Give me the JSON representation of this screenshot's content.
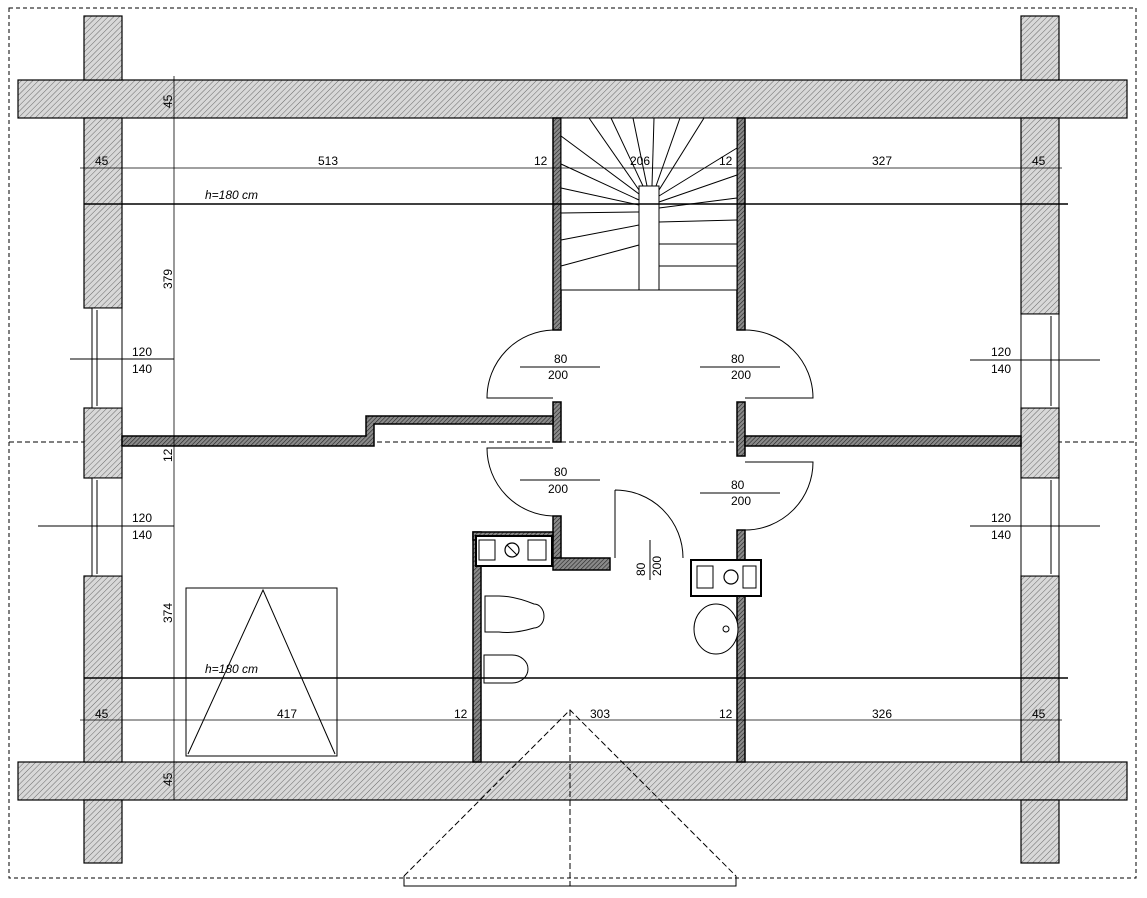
{
  "plan": {
    "ceiling_notes": [
      "h=180 cm",
      "h=180 cm"
    ],
    "top_dimensions": [
      "45",
      "513",
      "12",
      "206",
      "12",
      "327",
      "45"
    ],
    "bottom_dimensions": [
      "45",
      "417",
      "12",
      "303",
      "12",
      "326",
      "45"
    ],
    "left_dimensions": [
      "45",
      "379",
      "12",
      "374",
      "45"
    ],
    "windows": [
      {
        "width": "120",
        "height": "140"
      },
      {
        "width": "120",
        "height": "140"
      },
      {
        "width": "120",
        "height": "140"
      },
      {
        "width": "120",
        "height": "140"
      }
    ],
    "doors": [
      {
        "width": "80",
        "height": "200"
      },
      {
        "width": "80",
        "height": "200"
      },
      {
        "width": "80",
        "height": "200"
      },
      {
        "width": "80",
        "height": "200"
      },
      {
        "width": "80",
        "height": "200"
      }
    ],
    "colors": {
      "wall_hatch": "#9a9a9a",
      "wall_line": "#000000",
      "background": "#ffffff"
    }
  }
}
